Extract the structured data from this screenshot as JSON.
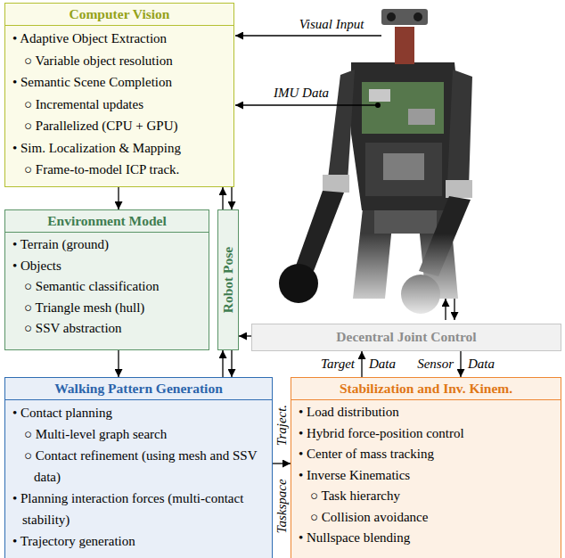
{
  "diagram": {
    "nodes": [
      {
        "text": [
          "Computer Vision",
          "• Adaptive Object Extraction",
          "○ Variable object resolution",
          "• Semantic Scene Completion",
          "○ Incremental updates",
          "○ Parallelized (CPU + GPU)",
          "• Sim. Localization & Mapping",
          "○ Frame-to-model ICP track."
        ]
      },
      {
        "text": [
          "Environment Model",
          "• Terrain (ground)",
          "• Objects",
          "○ Semantic classification",
          "○ Triangle mesh (hull)",
          "○ SSV abstraction"
        ]
      },
      {
        "text": [
          "Robot Pose"
        ]
      },
      {
        "text": [
          "Decentral Joint Control"
        ]
      },
      {
        "text": [
          "Walking Pattern Generation",
          "• Contact planning",
          "○ Multi-level graph search",
          "○ Contact refinement (using mesh and SSV data)",
          "• Planning interaction forces (multi-contact stability)",
          "• Trajectory generation"
        ]
      },
      {
        "text": [
          "Stabilization and Inv. Kinem.",
          "• Load distribution",
          "• Hybrid force-position control",
          "• Center of mass tracking",
          "• Inverse Kinematics",
          "○ Task hierarchy",
          "○ Collision avoidance",
          "• Nullspace blending"
        ]
      }
    ],
    "edges": [
      {
        "from": 0,
        "to": 1,
        "arrow": "to"
      },
      {
        "from": 2,
        "to": 0,
        "arrow": "to"
      },
      {
        "from": 0,
        "to": 2,
        "arrow": "to"
      },
      {
        "from": 3,
        "to": 2,
        "arrow": "to"
      },
      {
        "from": 1,
        "to": 4,
        "arrow": "to"
      },
      {
        "from": 4,
        "to": 2,
        "arrow": "to"
      },
      {
        "from": 2,
        "to": 4,
        "arrow": "to"
      },
      {
        "from": 5,
        "to": 3,
        "arrow": "to"
      },
      {
        "from": 3,
        "to": 5,
        "arrow": "to"
      },
      {
        "from": 4,
        "to": 5,
        "arrow": "to"
      }
    ],
    "labels": [
      "Visual Input",
      "IMU Data",
      "Target",
      "Data",
      "Sensor",
      "Data",
      "Taskspace",
      "Traject."
    ]
  }
}
